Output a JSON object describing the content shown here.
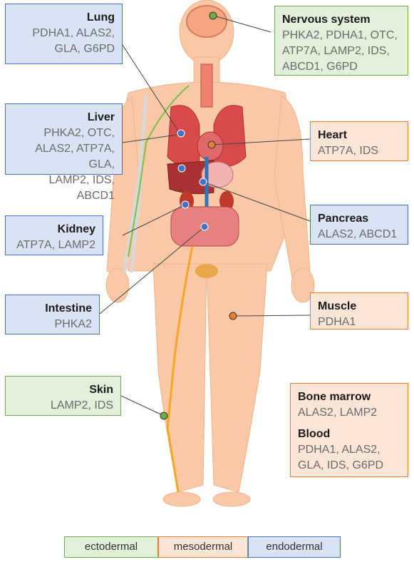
{
  "organs": {
    "lung": {
      "title": "Lung",
      "genes": "PDHA1, ALAS2,\nGLA, G6PD"
    },
    "nervous": {
      "title": "Nervous system",
      "genes": "PHKA2, PDHA1, OTC,\nATP7A, LAMP2, IDS,\nABCD1, G6PD"
    },
    "liver": {
      "title": "Liver",
      "genes": "PHKA2, OTC,\nALAS2, ATP7A, GLA,\nLAMP2, IDS, ABCD1"
    },
    "heart": {
      "title": "Heart",
      "genes": "ATP7A, IDS"
    },
    "kidney": {
      "title": "Kidney",
      "genes": "ATP7A, LAMP2"
    },
    "pancreas": {
      "title": "Pancreas",
      "genes": "ALAS2, ABCD1"
    },
    "intestine": {
      "title": "Intestine",
      "genes": "PHKA2"
    },
    "muscle": {
      "title": "Muscle",
      "genes": "PDHA1"
    },
    "skin": {
      "title": "Skin",
      "genes": "LAMP2, IDS"
    },
    "bone_marrow": {
      "title": "Bone marrow",
      "genes": "ALAS2, LAMP2"
    },
    "blood": {
      "title": "Blood",
      "genes": "PDHA1, ALAS2,\nGLA, IDS, G6PD"
    }
  },
  "legend": {
    "ectodermal": "ectodermal",
    "mesodermal": "mesodermal",
    "endodermal": "endodermal"
  },
  "colors": {
    "ectodermal": "#70ad47",
    "mesodermal": "#ed7d31",
    "endodermal": "#4472c4",
    "body_skin": "#f9c8a6"
  }
}
